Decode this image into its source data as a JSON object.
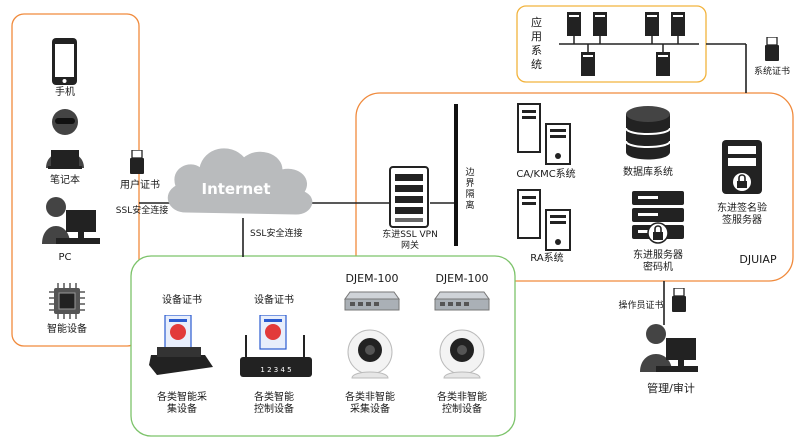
{
  "colors": {
    "orange": "#f08a3c",
    "yellow": "#f2b33d",
    "green": "#7cc36a",
    "dark": "#333333",
    "cloud": "#b9bbbd"
  },
  "icons": {
    "phone": "phone-icon",
    "laptop_user": "laptop-user-icon",
    "pc_user": "pc-user-icon",
    "chip": "chip-icon",
    "usb_key": "usb-key-icon",
    "cloud": "cloud-icon",
    "vpn": "vpn-gateway-icon",
    "server": "server-icon",
    "database": "database-icon",
    "network_switch": "network-switch-icon",
    "camera": "camera-icon",
    "card_reader": "card-reader-icon",
    "router": "router-icon",
    "admin": "admin-user-icon"
  },
  "clients": {
    "phone": "手机",
    "laptop": "笔记本",
    "pc": "PC",
    "smart_device": "智能设备"
  },
  "connections": {
    "user_cert": "用户证书",
    "ssl_left": "SSL安全连接",
    "ssl_down": "SSL安全连接",
    "system_cert": "系统证书",
    "operator_cert": "操作员证书"
  },
  "internet": "Internet",
  "vpn": {
    "line1": "东进SSL VPN",
    "line2": "网关"
  },
  "boundary": "边界隔离",
  "app_system": "应用系统",
  "djuiap": {
    "title": "DJUIAP",
    "ca": "CA/KMC系统",
    "db": "数据库系统",
    "sign_line1": "东进签名验",
    "sign_line2": "签服务器",
    "ra": "RA系统",
    "hsm_line1": "东进服务器",
    "hsm_line2": "密码机"
  },
  "devices": {
    "cert_a": "设备证书",
    "cert_b": "设备证书",
    "djem_a": "DJEM-100",
    "djem_b": "DJEM-100",
    "router_digits": "1 2 3 4 5",
    "smart_collect_l1": "各类智能采",
    "smart_collect_l2": "集设备",
    "smart_control_l1": "各类智能",
    "smart_control_l2": "控制设备",
    "nonsmart_collect_l1": "各类非智能",
    "nonsmart_collect_l2": "采集设备",
    "nonsmart_control_l1": "各类非智能",
    "nonsmart_control_l2": "控制设备"
  },
  "admin": "管理/审计"
}
